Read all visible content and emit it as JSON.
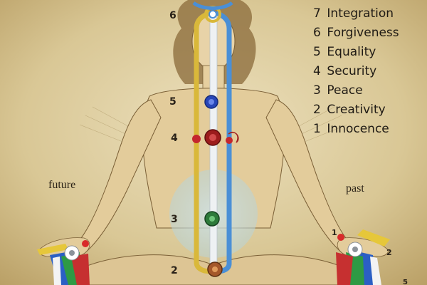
{
  "legend": {
    "items": [
      {
        "number": "7",
        "label": "Integration"
      },
      {
        "number": "6",
        "label": "Forgiveness"
      },
      {
        "number": "5",
        "label": "Equality"
      },
      {
        "number": "4",
        "label": "Security"
      },
      {
        "number": "3",
        "label": "Peace"
      },
      {
        "number": "2",
        "label": "Creativity"
      },
      {
        "number": "1",
        "label": "Innocence"
      }
    ]
  },
  "labels": {
    "left": "future",
    "right": "past"
  },
  "center_numbers": {
    "six": "6",
    "five": "5",
    "four": "4",
    "three": "3",
    "two": "2"
  },
  "hand_numbers": {
    "right_one": "1",
    "right_two": "2",
    "right_five": "5"
  },
  "colors": {
    "parchment": "#d9c79a",
    "left_channel": "#d9b83a",
    "right_channel": "#4a8fd6",
    "center_channel": "#e9ecef",
    "chakra_blue": "#2746b8",
    "chakra_red": "#9c1c1c",
    "chakra_green": "#2d7a3a"
  }
}
